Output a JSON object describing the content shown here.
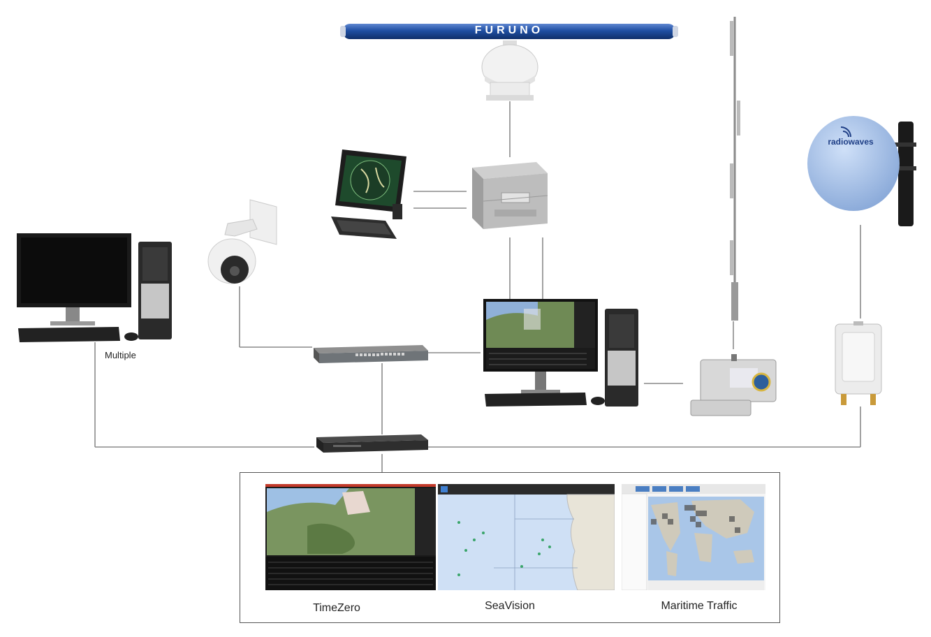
{
  "devices": {
    "radar_brand": "FURUNO",
    "antenna_brand": "radiowaves",
    "workstation_label": "Multiple"
  },
  "apps": [
    {
      "label": "TimeZero"
    },
    {
      "label": "SeaVision"
    },
    {
      "label": "Maritime Traffic"
    }
  ],
  "colors": {
    "wire": "#8a8a8a",
    "radar_bar": "#1f4fa3",
    "dish": "#a9c3ea",
    "map_sea": "#cfe0f5",
    "map_land": "#e8e4d8"
  }
}
